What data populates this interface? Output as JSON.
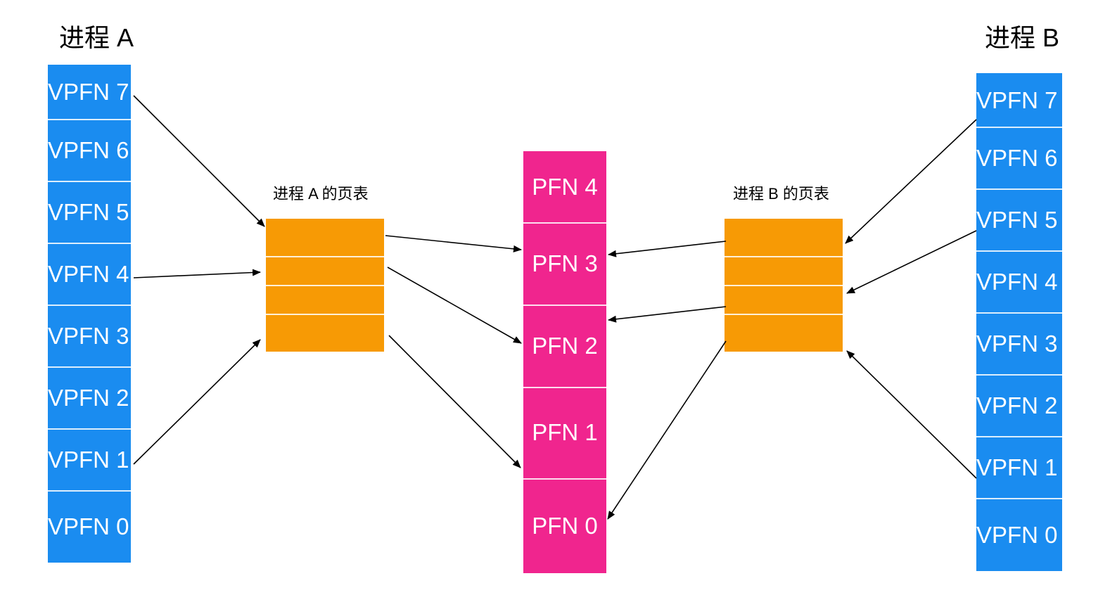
{
  "process_a": {
    "title": "进程 A",
    "page_table_label": "进程 A 的页表",
    "vpfn": [
      "VPFN 7",
      "VPFN 6",
      "VPFN 5",
      "VPFN 4",
      "VPFN 3",
      "VPFN 2",
      "VPFN 1",
      "VPFN 0"
    ]
  },
  "process_b": {
    "title": "进程 B",
    "page_table_label": "进程 B 的页表",
    "vpfn": [
      "VPFN 7",
      "VPFN 6",
      "VPFN 5",
      "VPFN 4",
      "VPFN 3",
      "VPFN 2",
      "VPFN 1",
      "VPFN 0"
    ]
  },
  "physical": {
    "pfn": [
      "PFN 4",
      "PFN 3",
      "PFN 2",
      "PFN 1",
      "PFN 0"
    ]
  },
  "page_table_entries": 4,
  "colors": {
    "virtual_pages": "#1a8cf0",
    "physical_pages": "#f0258e",
    "page_table": "#f79a05",
    "arrow": "#000000"
  },
  "mappings": {
    "a_vpfn_to_entry": [
      [
        "VPFN 7",
        0
      ],
      [
        "VPFN 4",
        1
      ],
      [
        "VPFN 1",
        3
      ]
    ],
    "a_entry_to_pfn": [
      [
        0,
        "PFN 3"
      ],
      [
        1,
        "PFN 2"
      ],
      [
        3,
        "PFN 1"
      ]
    ],
    "b_vpfn_to_entry": [
      [
        "VPFN 7",
        0
      ],
      [
        "VPFN 5",
        2
      ],
      [
        "VPFN 1",
        3
      ]
    ],
    "b_entry_to_pfn": [
      [
        0,
        "PFN 3"
      ],
      [
        2,
        "PFN 2"
      ],
      [
        3,
        "PFN 0"
      ]
    ]
  }
}
